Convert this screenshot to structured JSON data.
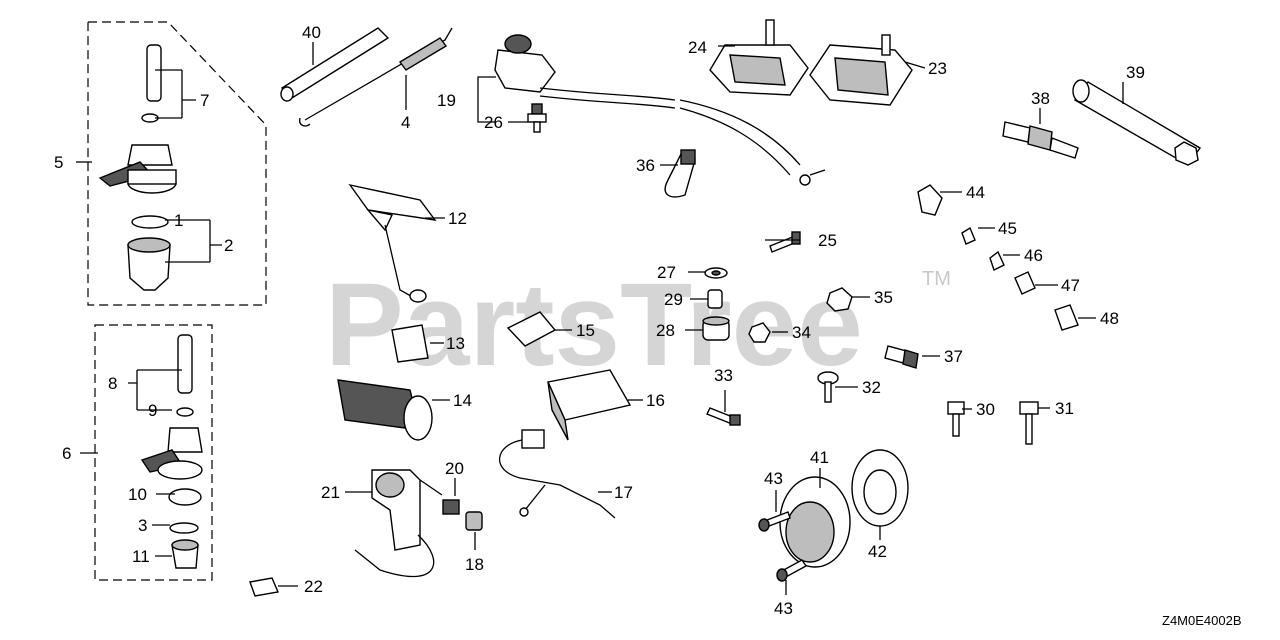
{
  "diagram": {
    "watermark": "PartsTree",
    "trademark": "TM",
    "drawing_code": "Z4M0E4002B",
    "callouts": [
      "1",
      "2",
      "3",
      "4",
      "5",
      "6",
      "7",
      "8",
      "9",
      "10",
      "11",
      "12",
      "13",
      "14",
      "15",
      "16",
      "17",
      "18",
      "19",
      "20",
      "21",
      "22",
      "23",
      "24",
      "25",
      "26",
      "27",
      "28",
      "29",
      "30",
      "31",
      "32",
      "33",
      "34",
      "35",
      "36",
      "37",
      "38",
      "39",
      "40",
      "41",
      "42",
      "43",
      "44",
      "45",
      "46",
      "47",
      "48"
    ]
  }
}
